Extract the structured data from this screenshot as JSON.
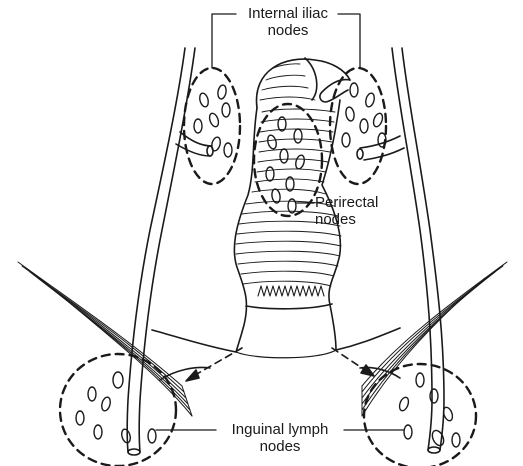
{
  "labels": {
    "internal_iliac_line1": "Internal iliac",
    "internal_iliac_line2": "nodes",
    "perirectal_line1": "Perirectal",
    "perirectal_line2": "nodes",
    "inguinal_line1": "Inguinal lymph",
    "inguinal_line2": "nodes"
  },
  "colors": {
    "ink": "#1a1a1a",
    "background": "#ffffff"
  }
}
